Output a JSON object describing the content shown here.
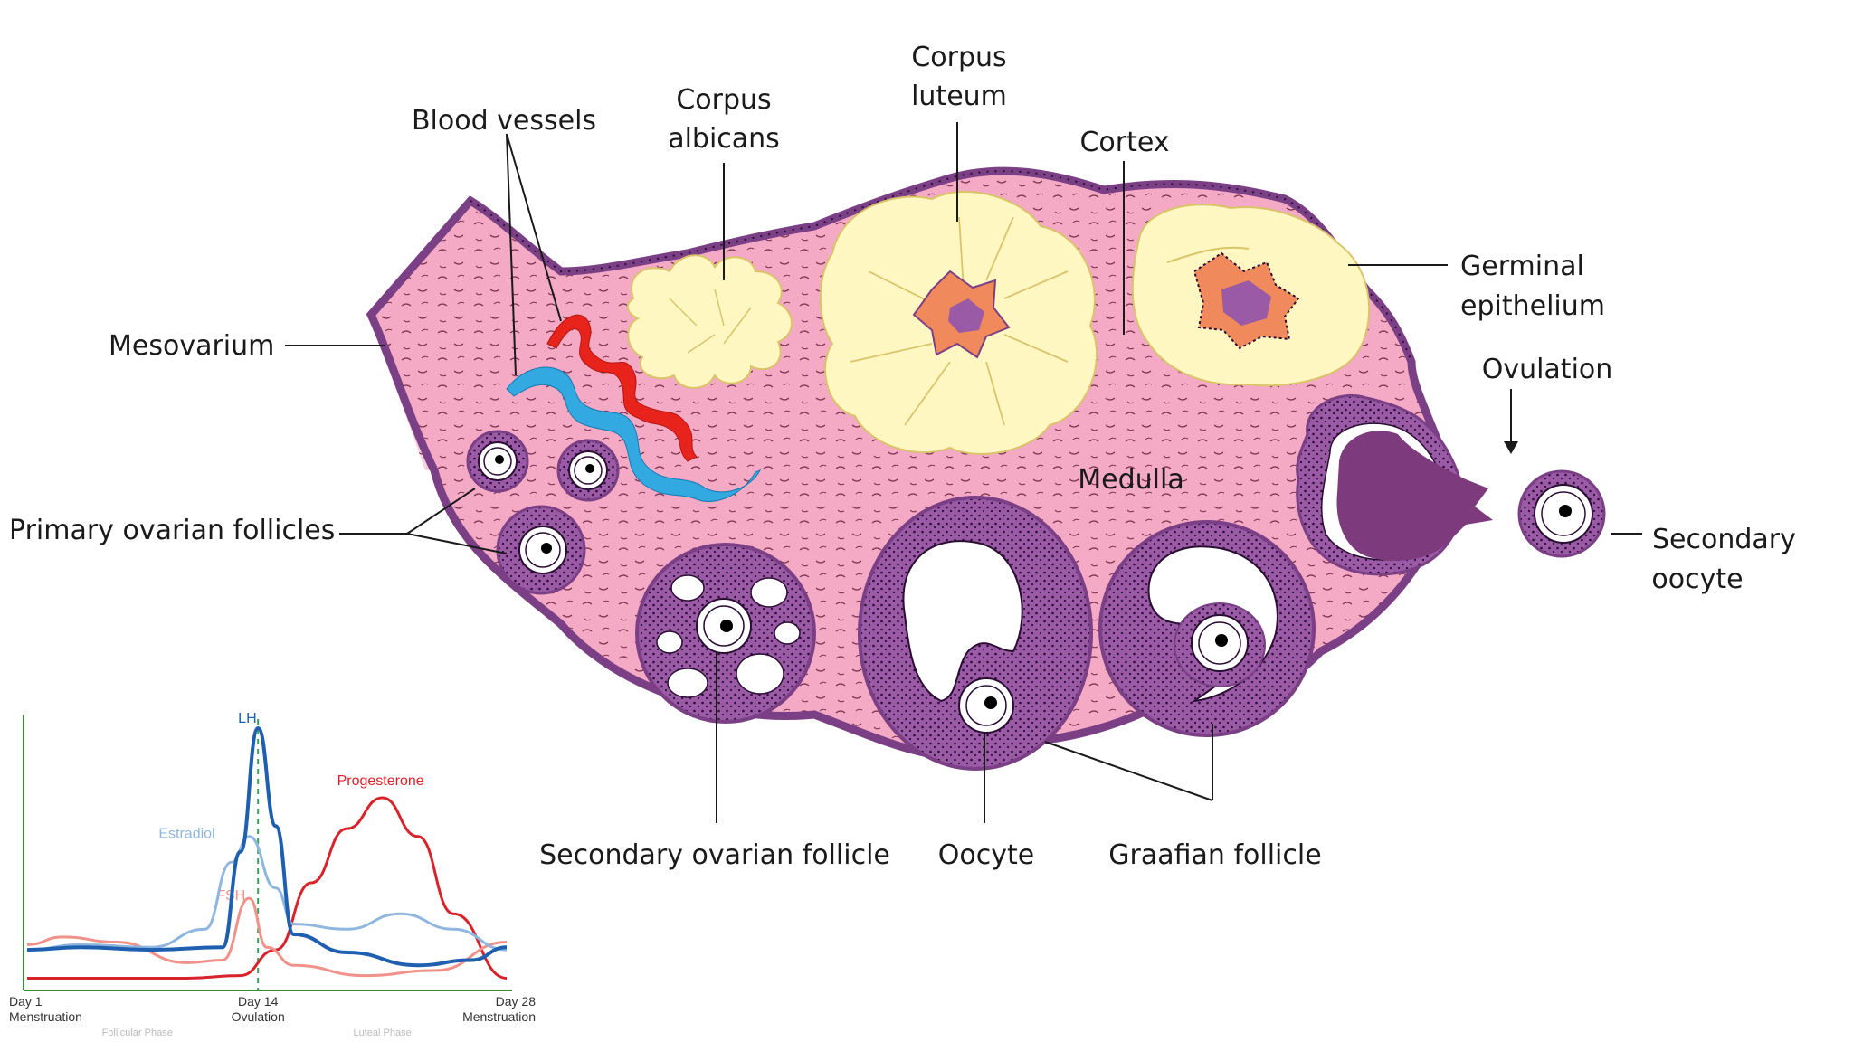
{
  "labels": {
    "blood_vessels": "Blood vessels",
    "corpus_albicans_1": "Corpus",
    "corpus_albicans_2": "albicans",
    "corpus_luteum_1": "Corpus",
    "corpus_luteum_2": "luteum",
    "cortex": "Cortex",
    "germinal_1": "Germinal",
    "germinal_2": "epithelium",
    "mesovarium": "Mesovarium",
    "ovulation": "Ovulation",
    "medulla": "Medulla",
    "primary_follicles": "Primary ovarian follicles",
    "secondary_oocyte_1": "Secondary",
    "secondary_oocyte_2": "oocyte",
    "secondary_follicle": "Secondary ovarian follicle",
    "oocyte": "Oocyte",
    "graafian": "Graafian follicle"
  },
  "colors": {
    "stroma": "#f4a9c4",
    "stroma_light": "#f9cedd",
    "capsule": "#7b3f86",
    "follicle": "#9a5aa6",
    "luteum": "#fff7c2",
    "luteum_edge": "#e6d27a",
    "artery": "#e8231b",
    "vein": "#32a9e0",
    "lh": "#1f5fb0",
    "estradiol": "#8fb6df",
    "fsh": "#f0918a",
    "progesterone": "#d8232a"
  },
  "chart_data": {
    "type": "line",
    "x_tick_labels": [
      {
        "day": "Day 1",
        "event": "Menstruation"
      },
      {
        "day": "Day 14",
        "event": "Ovulation"
      },
      {
        "day": "Day 28",
        "event": "Menstruation"
      }
    ],
    "phases": [
      "Follicular Phase",
      "Luteal Phase"
    ],
    "xlim": [
      1,
      28
    ],
    "ylim": [
      0,
      100
    ],
    "ovulation_day": 14,
    "series": [
      {
        "name": "LH",
        "color": "#1f5fb0",
        "x": [
          1,
          4,
          8,
          12,
          13,
          14,
          15,
          16,
          19,
          23,
          26,
          28
        ],
        "y": [
          14,
          15,
          14,
          15,
          52,
          100,
          62,
          20,
          13,
          8,
          10,
          15
        ]
      },
      {
        "name": "Estradiol",
        "color": "#8fb6df",
        "x": [
          1,
          4,
          8,
          11,
          12.5,
          13.5,
          15,
          16,
          19,
          22,
          25,
          28
        ],
        "y": [
          14,
          16,
          15,
          22,
          48,
          58,
          38,
          24,
          22,
          28,
          22,
          14
        ]
      },
      {
        "name": "FSH",
        "color": "#f0918a",
        "x": [
          1,
          3,
          6,
          10,
          12,
          13.5,
          14.5,
          16,
          20,
          24,
          28
        ],
        "y": [
          16,
          19,
          17,
          9,
          10,
          34,
          15,
          8,
          4,
          6,
          17
        ]
      },
      {
        "name": "Progesterone",
        "color": "#d8232a",
        "x": [
          1,
          5,
          10,
          13,
          15,
          17,
          19,
          21,
          23,
          25,
          28
        ],
        "y": [
          3,
          3,
          3,
          4,
          14,
          40,
          61,
          73,
          58,
          28,
          3
        ]
      }
    ]
  }
}
